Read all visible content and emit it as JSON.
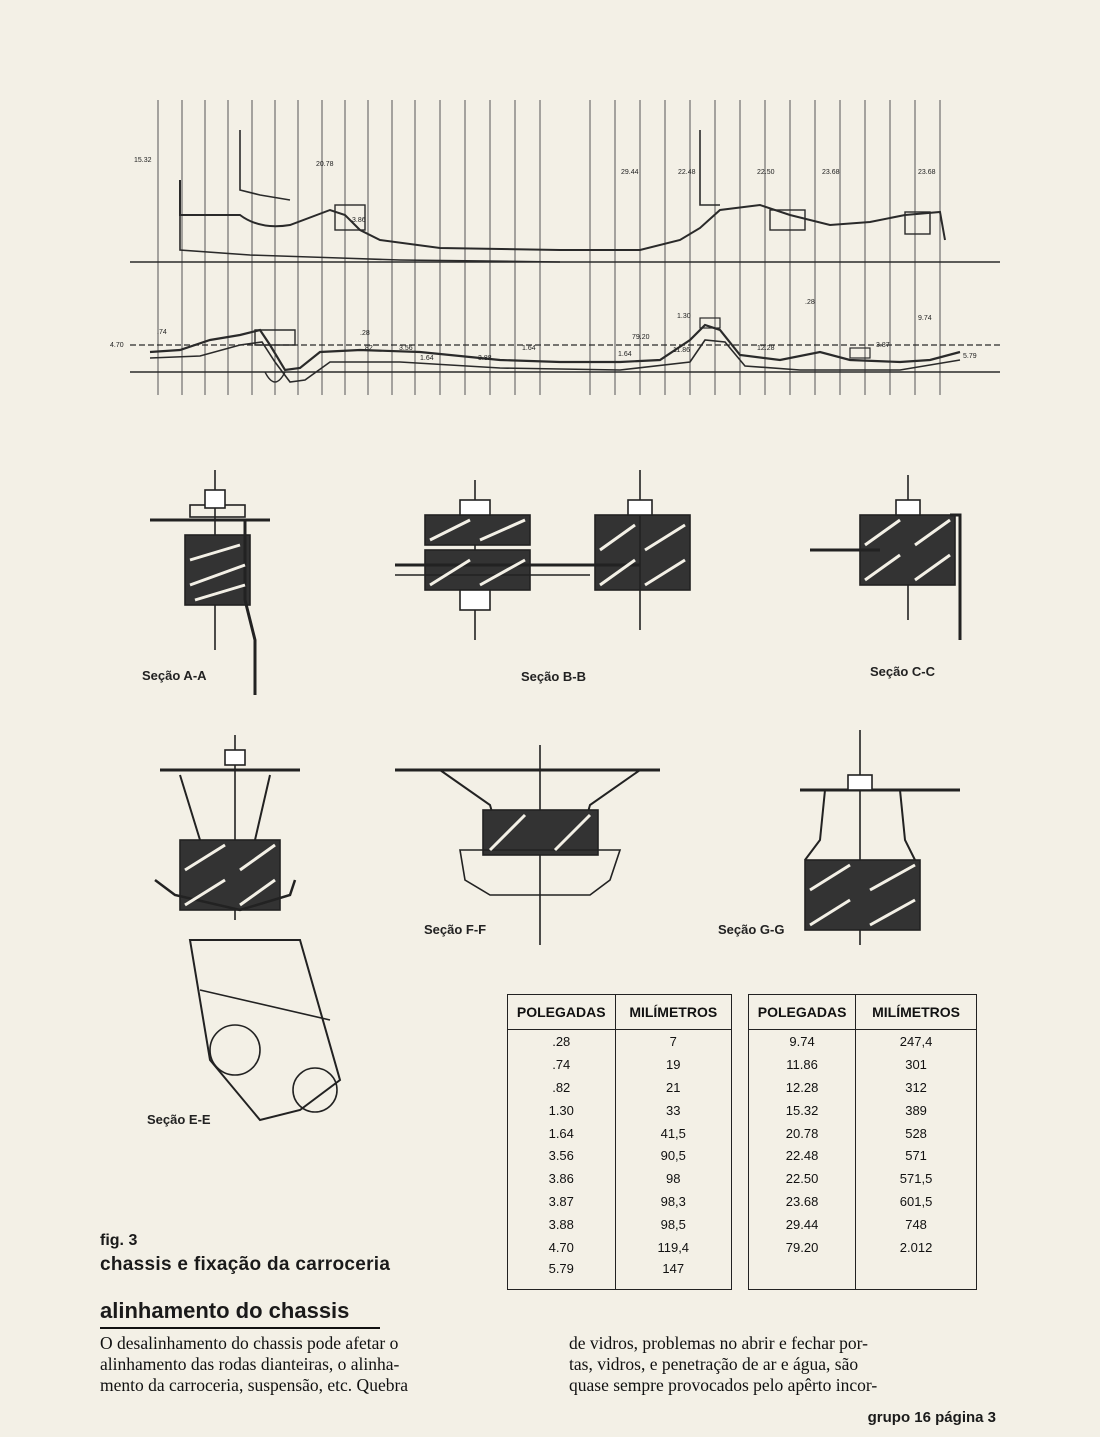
{
  "figure": {
    "number_label": "fig. 3",
    "title": "chassis e fixação da carroceria"
  },
  "sections": {
    "aa": "Seção A-A",
    "bb": "Seção B-B",
    "cc": "Seção C-C",
    "ee": "Seção E-E",
    "ff": "Seção F-F",
    "gg": "Seção G-G"
  },
  "drawing_dimensions": [
    "15.32",
    "20.78",
    "29.44",
    "22.48",
    "22.50",
    "23.68",
    "23.68",
    "3.86",
    ".28",
    "1.30",
    "9.74",
    ".74",
    "4.70",
    ".28",
    ".82",
    "3.56",
    "1.64",
    "3.88",
    "1.64",
    "79.20",
    "11.86",
    "12.28",
    "3.87",
    "5.79",
    "1.64"
  ],
  "conversion_table": {
    "headers": [
      "POLEGADAS",
      "MILÍMETROS",
      "POLEGADAS",
      "MILÍMETROS"
    ],
    "rows": [
      [
        ".28",
        "7",
        "9.74",
        "247,4"
      ],
      [
        ".74",
        "19",
        "11.86",
        "301"
      ],
      [
        ".82",
        "21",
        "12.28",
        "312"
      ],
      [
        "1.30",
        "33",
        "15.32",
        "389"
      ],
      [
        "1.64",
        "41,5",
        "20.78",
        "528"
      ],
      [
        "3.56",
        "90,5",
        "22.48",
        "571"
      ],
      [
        "3.86",
        "98",
        "22.50",
        "571,5"
      ],
      [
        "3.87",
        "98,3",
        "23.68",
        "601,5"
      ],
      [
        "3.88",
        "98,5",
        "29.44",
        "748"
      ],
      [
        "4.70",
        "119,4",
        "79.20",
        "2.012"
      ],
      [
        "5.79",
        "147",
        "",
        ""
      ]
    ]
  },
  "article": {
    "heading": "alinhamento do chassis",
    "col1_lines": [
      "O desalinhamento do chassis pode afetar o",
      "alinhamento das rodas dianteiras, o alinha-",
      "mento da carroceria, suspensão, etc. Quebra"
    ],
    "col2_lines": [
      "de vidros, problemas no abrir e fechar por-",
      "tas, vidros, e penetração de ar e água, são",
      "quase sempre provocados pelo apêrto incor-"
    ]
  },
  "footer": "grupo 16 página 3"
}
